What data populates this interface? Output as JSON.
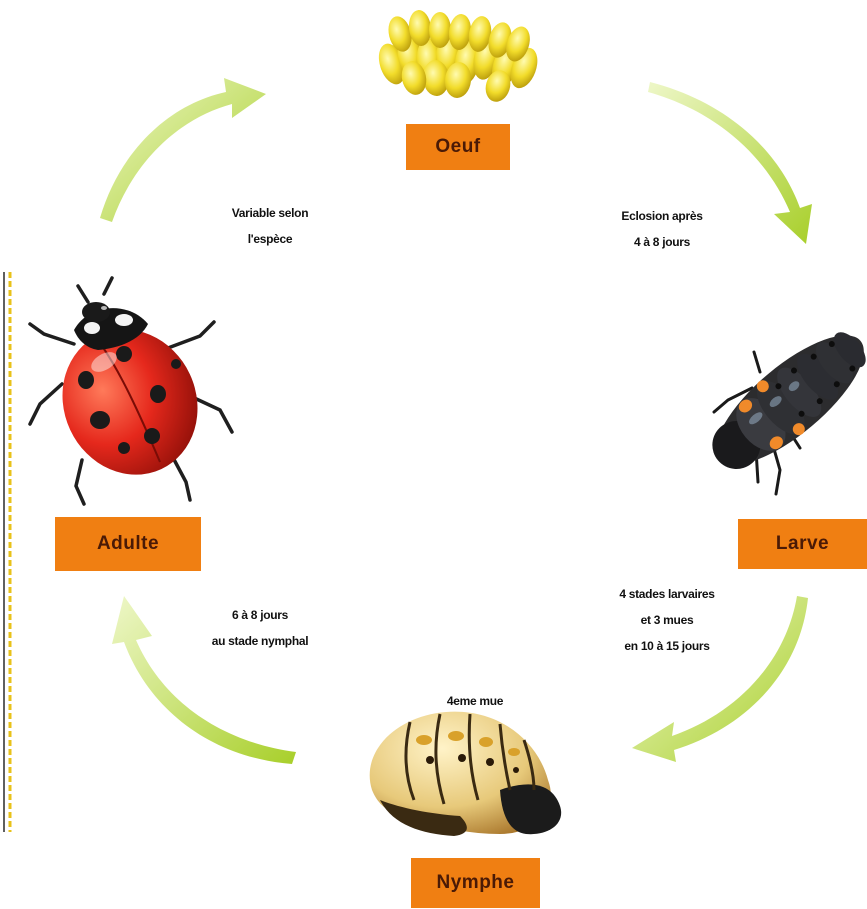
{
  "stages": {
    "oeuf": "Oeuf",
    "larve": "Larve",
    "nymphe": "Nymphe",
    "adulte": "Adulte"
  },
  "notes": {
    "eclosion": [
      "Eclosion après",
      "4 à 8 jours"
    ],
    "variable": [
      "Variable selon",
      "l'espèce"
    ],
    "stades": [
      "4 stades larvaires",
      "et 3 mues",
      "en 10 à 15 jours"
    ],
    "nymphal": [
      "6 à 8 jours",
      "au stade nymphal"
    ],
    "mue": "4eme mue"
  },
  "colors": {
    "label_bg": "#f07f12",
    "label_text": "#4a1a06",
    "arrow": "#b9d83f",
    "ladybug_red": "#e5281c",
    "egg_yellow": "#f2dc2a"
  },
  "icons": [
    "egg-cluster-icon",
    "larva-icon",
    "pupa-icon",
    "ladybug-icon",
    "cycle-arrow-icon"
  ]
}
